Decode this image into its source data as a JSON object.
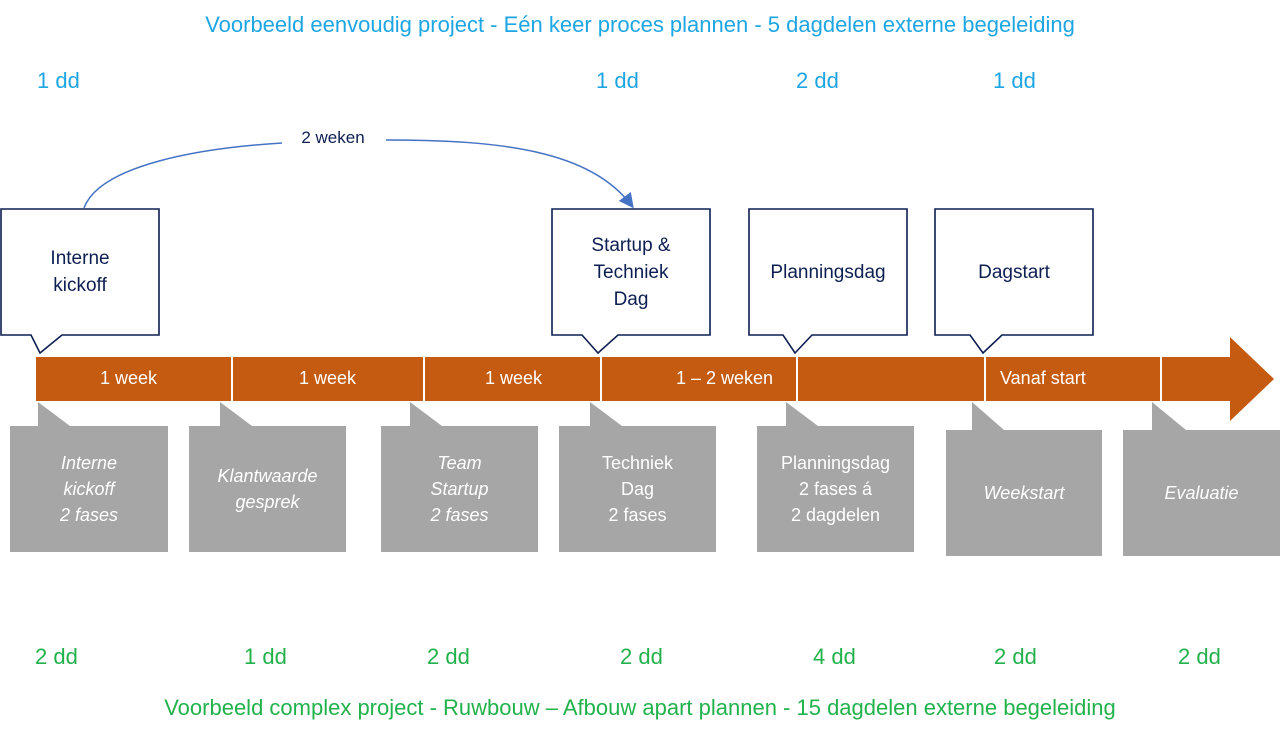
{
  "colors": {
    "accent_blue": "#1ea6e3",
    "accent_green": "#22b24c",
    "timeline_orange": "#c55a11",
    "callout_border": "#0d1e52",
    "grey_box": "#a6a6a6"
  },
  "simple_project": {
    "title": "Voorbeeld eenvoudig project - Eén keer proces plannen -  5 dagdelen externe begeleiding",
    "dd": [
      "1 dd",
      "1 dd",
      "2 dd",
      "1 dd"
    ],
    "gap_label": "2 weken",
    "callouts": [
      {
        "lines": [
          "Interne",
          "kickoff"
        ]
      },
      {
        "lines": [
          "Startup &",
          "Techniek",
          "Dag"
        ]
      },
      {
        "lines": [
          "Planningsdag"
        ]
      },
      {
        "lines": [
          "Dagstart"
        ]
      }
    ]
  },
  "timeline": {
    "segments": [
      "1 week",
      "1 week",
      "1 week",
      "1 – 2 weken",
      "Vanaf start"
    ]
  },
  "complex_project": {
    "title": "Voorbeeld complex project - Ruwbouw – Afbouw apart plannen - 15 dagdelen externe begeleiding",
    "dd": [
      "2 dd",
      "1 dd",
      "2 dd",
      "2 dd",
      "4 dd",
      "2 dd",
      "2 dd"
    ],
    "steps": [
      {
        "lines": [
          "Interne",
          "kickoff",
          "2 fases"
        ],
        "italic": true
      },
      {
        "lines": [
          "Klantwaarde",
          "gesprek"
        ],
        "italic": true
      },
      {
        "lines": [
          "Team",
          "Startup",
          "2 fases"
        ],
        "italic": true
      },
      {
        "lines": [
          "Techniek",
          "Dag",
          "2 fases"
        ],
        "italic": false
      },
      {
        "lines": [
          "Planningsdag",
          "2 fases á",
          "2 dagdelen"
        ],
        "italic": false
      },
      {
        "lines": [
          "Weekstart"
        ],
        "italic": true
      },
      {
        "lines": [
          "Evaluatie"
        ],
        "italic": true
      }
    ]
  }
}
